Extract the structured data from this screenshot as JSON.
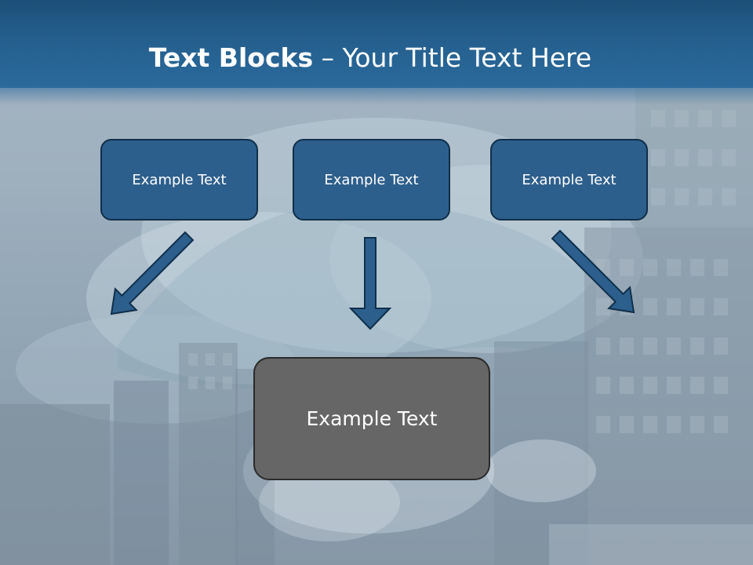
{
  "slide": {
    "title_bold": "Text Blocks",
    "title_dash": " – ",
    "title_rest": "Your Title Text Here",
    "box_1": "Example Text",
    "box_2": "Example Text",
    "box_3": "Example Text",
    "box_main": "Example Text"
  },
  "colors": {
    "title_bar": "#245f8e",
    "box_fill": "#2d5f8c",
    "main_box_fill": "#666666",
    "arrow_fill": "#2d5f8c"
  }
}
